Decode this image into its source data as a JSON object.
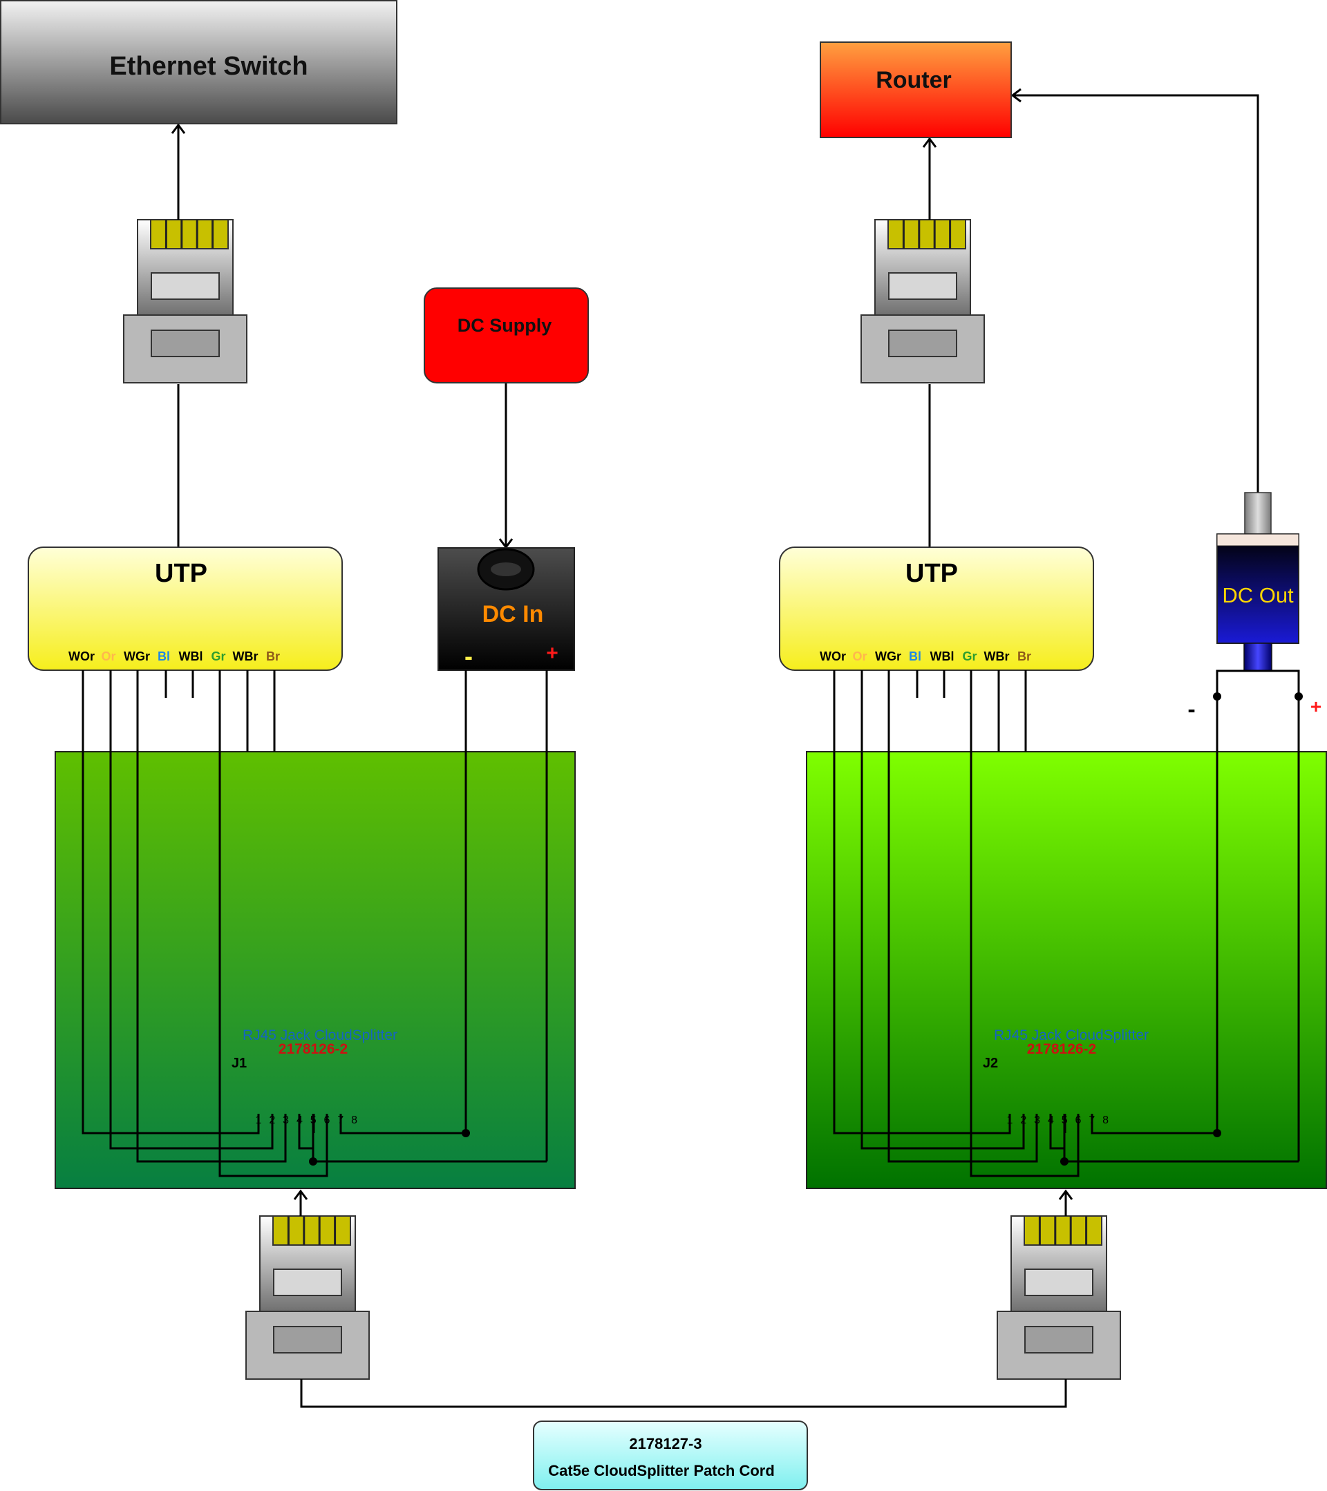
{
  "devices": {
    "switch": "Ethernet Switch",
    "router": "Router",
    "dc_supply": "DC Supply",
    "dc_in": "DC In",
    "dc_out": "DC Out"
  },
  "utp_left": {
    "title": "UTP",
    "pairs": [
      {
        "label": "WOr",
        "color": "#000000"
      },
      {
        "label": "Or",
        "color": "#ffb74d"
      },
      {
        "label": "WGr",
        "color": "#000000"
      },
      {
        "label": "Bl",
        "color": "#1e88e5"
      },
      {
        "label": "WBl",
        "color": "#000000"
      },
      {
        "label": "Gr",
        "color": "#2e9d2e"
      },
      {
        "label": "WBr",
        "color": "#000000"
      },
      {
        "label": "Br",
        "color": "#8d5a1a"
      }
    ]
  },
  "utp_right": {
    "title": "UTP",
    "pairs": [
      {
        "label": "WOr",
        "color": "#000000"
      },
      {
        "label": "Or",
        "color": "#ffb74d"
      },
      {
        "label": "WGr",
        "color": "#000000"
      },
      {
        "label": "Bl",
        "color": "#1e88e5"
      },
      {
        "label": "WBl",
        "color": "#000000"
      },
      {
        "label": "Gr",
        "color": "#2e9d2e"
      },
      {
        "label": "WBr",
        "color": "#000000"
      },
      {
        "label": "Br",
        "color": "#8d5a1a"
      }
    ]
  },
  "polarity": {
    "dc_in_minus": "-",
    "dc_in_plus": "+",
    "dc_out_minus": "-",
    "dc_out_plus": "+"
  },
  "jack_left": {
    "title": "RJ45 Jack CloudSplitter",
    "part": "2178126-2",
    "ref": "J1",
    "pins": [
      "1",
      "2",
      "3",
      "4",
      "5",
      "6",
      "7",
      "8"
    ]
  },
  "jack_right": {
    "title": "RJ45 Jack CloudSplitter",
    "part": "2178126-2",
    "ref": "J2",
    "pins": [
      "1",
      "2",
      "3",
      "4",
      "5",
      "6",
      "7",
      "8"
    ]
  },
  "patch_cord": {
    "part": "2178127-3",
    "name": "Cat5e CloudSplitter Patch Cord"
  },
  "colors": {
    "switch": "#666666",
    "router": "#ff3300",
    "dc_supply": "#ff0000",
    "utp": "#fff55a",
    "board_left": "#3a9a1a",
    "board_right": "#55cc00",
    "jack_title": "#1565c0",
    "jack_part": "#cc1111",
    "dc_text": "#ff8a00",
    "dc_out_text": "#ffd600",
    "wire": "#000000"
  }
}
